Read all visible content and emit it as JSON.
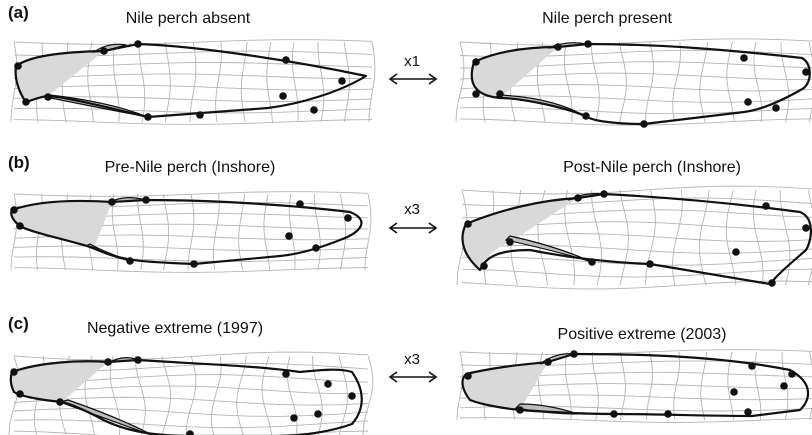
{
  "panels": [
    {
      "letter": "(a)",
      "left_title": "Nile perch absent",
      "right_title": "Nile perch present",
      "multiplier": "x1"
    },
    {
      "letter": "(b)",
      "left_title": "Pre-Nile perch (Inshore)",
      "right_title": "Post-Nile perch (Inshore)",
      "multiplier": "x3"
    },
    {
      "letter": "(c)",
      "left_title": "Negative extreme (1997)",
      "right_title": "Positive extreme (2003)",
      "multiplier": "x3"
    }
  ],
  "colors": {
    "outline": "#111111",
    "grid": "#b4b4b4",
    "head_shading": "#d9d9d9",
    "fin_fill": "#bdbdbd"
  },
  "arrow_icon": "double-headed-arrow"
}
